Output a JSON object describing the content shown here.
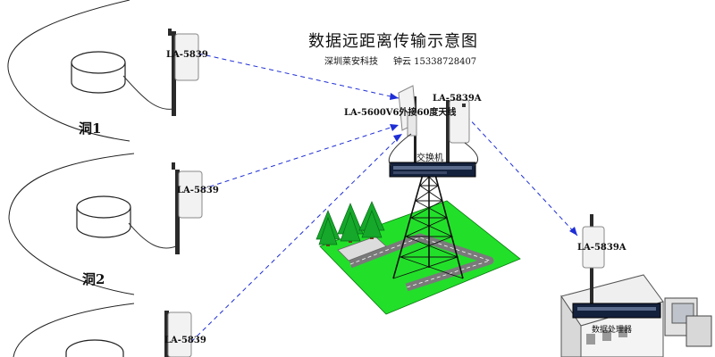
{
  "title": "数据远距离传输示意图",
  "company": "深圳莱安科技",
  "contact": "钟云 15338728407",
  "sites": [
    "洞1",
    "洞2"
  ],
  "devices": {
    "radio_1": "LA-5839",
    "radio_2": "LA-5839",
    "radio_3": "LA-5839",
    "hub_radio": "LA-5839A",
    "hub_antenna": "LA-5600V6外接60度天线",
    "switch": "交换机",
    "center_radio": "LA-5839A",
    "center": "数据处理器"
  },
  "colors": {
    "link": "#1e2ed6",
    "grass": "#22e02a",
    "tree": "#15a82a",
    "road": "#7a7a7a",
    "tower": "#111111"
  }
}
